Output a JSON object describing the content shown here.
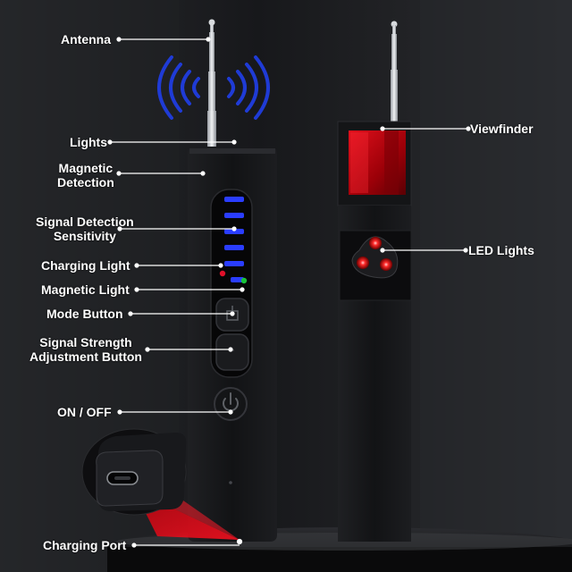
{
  "labels": {
    "antenna": "Antenna",
    "lights": "Lights",
    "magnetic_detection": "Magnetic\nDetection",
    "signal_detection_sensitivity": "Signal Detection\nSensitivity",
    "charging_light": "Charging Light",
    "magnetic_light": "Magnetic Light",
    "mode_button": "Mode Button",
    "signal_strength_adjustment_button": "Signal Strength\nAdjustment Button",
    "on_off": "ON / OFF",
    "charging_port": "Charging Port",
    "viewfinder": "Viewfinder",
    "led_lights": "LED Lights"
  },
  "colors": {
    "background": "#1a1b1e",
    "device_body": "#141517",
    "signal_waves": "#1f3bd6",
    "signal_bars": "#2a3dff",
    "charging_led": "#e0102a",
    "magnetic_led": "#19c23a",
    "viewfinder_red": "#b8000e",
    "led_red": "#ff2a2a",
    "label_text": "#ffffff"
  },
  "icons": {
    "power": "power-icon",
    "mode": "mode-icon",
    "usb_c": "usb-c-port-icon"
  }
}
